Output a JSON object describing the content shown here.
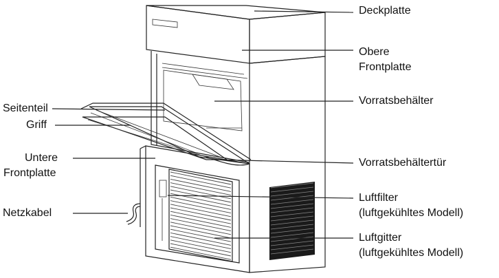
{
  "labels": {
    "deckplatte": "Deckplatte",
    "obere_frontplatte_1": "Obere",
    "obere_frontplatte_2": "Frontplatte",
    "vorratsbehaelter": "Vorratsbehälter",
    "seitenteil": "Seitenteil",
    "griff": "Griff",
    "untere_frontplatte_1": "Untere",
    "untere_frontplatte_2": "Frontplatte",
    "vorratsbehaeltertuer": "Vorratsbehältertür",
    "netzkabel": "Netzkabel",
    "luftfilter_1": "Luftfilter",
    "luftfilter_2": "(luftgekühltes Modell)",
    "luftgitter_1": "Luftgitter",
    "luftgitter_2": "(luftgekühltes Modell)"
  },
  "colors": {
    "line": "#222222",
    "vent": "#1a1a1a",
    "text": "#111111"
  }
}
